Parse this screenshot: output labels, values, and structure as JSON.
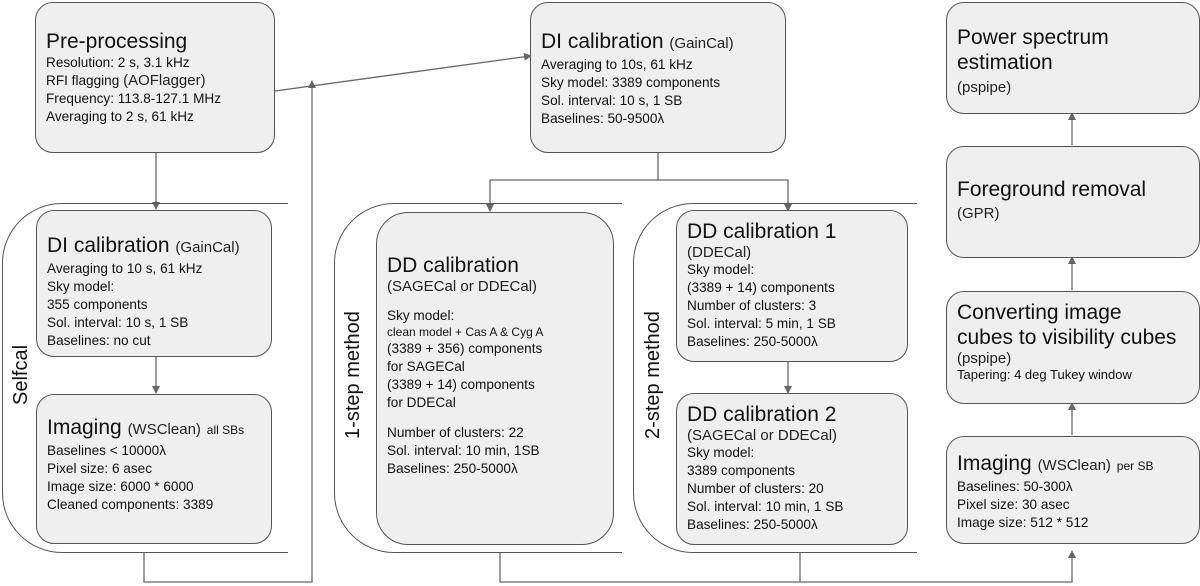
{
  "preprocessing": {
    "title": "Pre-processing",
    "lines": [
      "Resolution: 2 s, 3.1 kHz",
      "RFI flagging",
      "Frequency: 113.8-127.1 MHz",
      "Averaging to 2 s, 61 kHz"
    ],
    "rfi_tool": "(AOFlagger)"
  },
  "di_top": {
    "title": "DI calibration",
    "tool": "(GainCal)",
    "lines": [
      "Averaging to 10s, 61 kHz",
      "Sky model: 3389 components",
      "Sol. interval: 10 s, 1 SB",
      "Baselines: 50-9500λ"
    ]
  },
  "power": {
    "title_1": "Power spectrum",
    "title_2": "estimation",
    "tool": "(pspipe)"
  },
  "selfcal": {
    "label": "Selfcal",
    "di": {
      "title": "DI calibration",
      "tool": "(GainCal)",
      "lines": [
        "Averaging to 10 s, 61 kHz",
        "Sky model:",
        "355 components",
        "Sol. interval: 10 s, 1 SB",
        "Baselines: no cut"
      ]
    },
    "imaging": {
      "title": "Imaging",
      "tool": "(WSClean)",
      "suffix": "all SBs",
      "lines": [
        "Baselines < 10000λ",
        "Pixel size:  6 asec",
        "Image size: 6000 * 6000",
        "Cleaned components: 3389"
      ]
    }
  },
  "onestep": {
    "label": "1-step method",
    "title": "DD calibration",
    "tool_line": "(SAGECal or DDECal)",
    "sky_label": "Sky model:",
    "sky_detail": "clean model + Cas A & Cyg A",
    "lines_a": [
      "(3389  + 356) components",
      "for SAGECal",
      "(3389 + 14) components",
      "for DDECal"
    ],
    "lines_b": [
      "Number of clusters: 22",
      "Sol. interval: 10 min, 1SB",
      "Baselines: 250-5000λ"
    ]
  },
  "twostep": {
    "label": "2-step method",
    "dd1": {
      "title": "DD calibration 1",
      "tool": "(DDECal)",
      "lines": [
        "Sky model:",
        "(3389 + 14) components",
        "Number of clusters: 3",
        "Sol. interval: 5 min, 1 SB",
        "Baselines: 250-5000λ"
      ]
    },
    "dd2": {
      "title": "DD calibration 2",
      "tool": "(SAGECal or DDECal)",
      "lines": [
        "Sky model:",
        "3389 components",
        "Number of clusters: 20",
        "Sol. interval: 10 min, 1 SB",
        "Baselines: 250-5000λ"
      ]
    }
  },
  "foreground": {
    "title": "Foreground removal",
    "tool": "(GPR)"
  },
  "converting": {
    "title_1": "Converting image",
    "title_2": "cubes to visibility cubes",
    "tool": "(pspipe)",
    "line": "Tapering: 4 deg Tukey window"
  },
  "imaging_sb": {
    "title": "Imaging",
    "tool": "(WSClean)",
    "suffix": "per SB",
    "lines": [
      "Baselines:  50-300λ",
      "Pixel size:  30 asec",
      "Image size: 512 * 512"
    ]
  }
}
